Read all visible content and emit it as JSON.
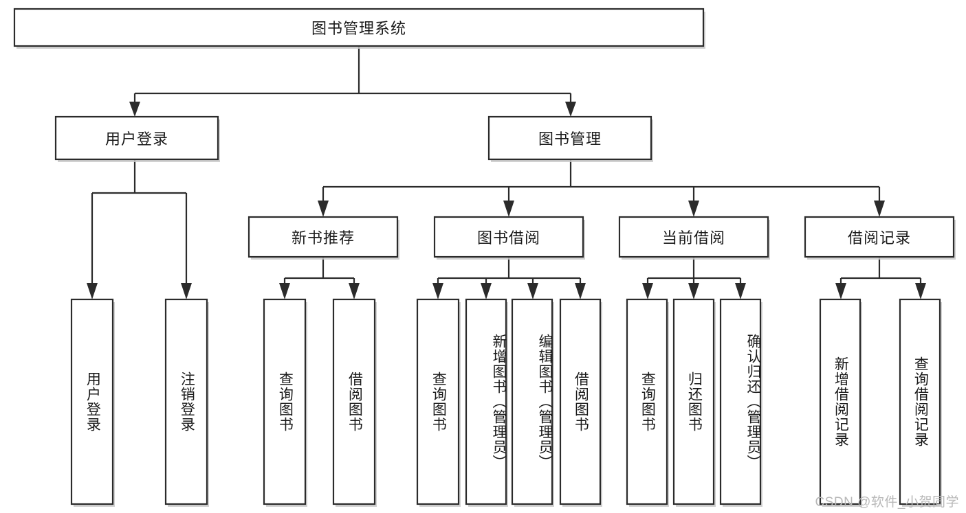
{
  "diagram": {
    "type": "tree",
    "title": "图书管理系统",
    "watermark": "CSDN @软件_小贺同学",
    "colors": {
      "box_stroke": "#2b2b2b",
      "box_fill": "#ffffff",
      "edge": "#2b2b2b",
      "shadow": "#c9c9c9",
      "text": "#1a1a1a",
      "watermark": "#b8b8b8"
    },
    "levels": {
      "root": {
        "label": "图书管理系统"
      },
      "level2": [
        {
          "label": "用户登录"
        },
        {
          "label": "图书管理"
        }
      ],
      "level3": [
        {
          "label": "新书推荐"
        },
        {
          "label": "图书借阅"
        },
        {
          "label": "当前借阅"
        },
        {
          "label": "借阅记录"
        }
      ],
      "leaves": {
        "user_login": [
          {
            "label": "用户登录"
          },
          {
            "label": "注销登录"
          }
        ],
        "new_book_recommend": [
          {
            "label": "查询图书"
          },
          {
            "label": "借阅图书"
          }
        ],
        "book_borrow": [
          {
            "label": "查询图书"
          },
          {
            "label": "新增图书（管理员）"
          },
          {
            "label": "编辑图书（管理员）"
          },
          {
            "label": "借阅图书"
          }
        ],
        "current_borrow": [
          {
            "label": "查询图书"
          },
          {
            "label": "归还图书"
          },
          {
            "label": "确认归还（管理员）"
          }
        ],
        "borrow_record": [
          {
            "label": "新增借阅记录"
          },
          {
            "label": "查询借阅记录"
          }
        ]
      }
    }
  }
}
